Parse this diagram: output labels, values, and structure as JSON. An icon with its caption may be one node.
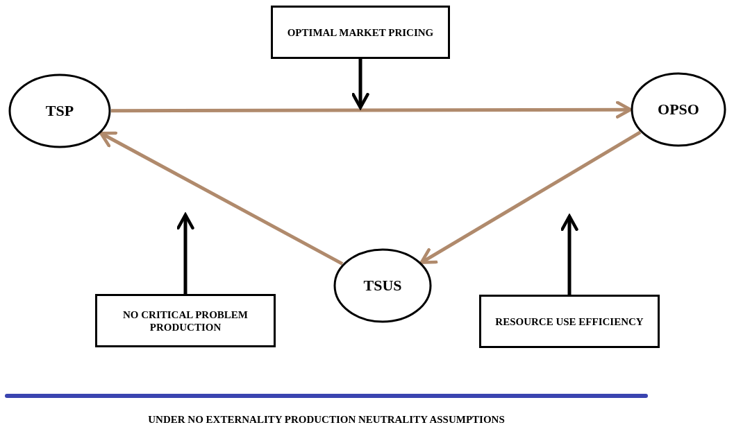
{
  "diagram": {
    "caption": "UNDER NO EXTERNALITY PRODUCTION NEUTRALITY ASSUMPTIONS",
    "nodes": [
      {
        "text": [
          "OPTIMAL MARKET PRICING"
        ]
      },
      {
        "text": [
          "TSP"
        ]
      },
      {
        "text": [
          "OPSO"
        ]
      },
      {
        "text": [
          "TSUS"
        ]
      },
      {
        "text": [
          "NO CRITICAL PROBLEM PRODUCTION"
        ]
      },
      {
        "text": [
          "RESOURCE USE EFFICIENCY"
        ]
      }
    ],
    "edges": [
      {
        "from": 1,
        "to": 2,
        "arrow": "to",
        "color": "#b08a6c"
      },
      {
        "from": 2,
        "to": 3,
        "arrow": "to",
        "color": "#b08a6c"
      },
      {
        "from": 3,
        "to": 1,
        "arrow": "to",
        "color": "#b08a6c"
      },
      {
        "from": 0,
        "to": null,
        "arrow": "to",
        "color": "#000000"
      },
      {
        "from": 4,
        "to": null,
        "arrow": "to",
        "color": "#000000"
      },
      {
        "from": 5,
        "to": null,
        "arrow": "to",
        "color": "#000000"
      }
    ]
  }
}
